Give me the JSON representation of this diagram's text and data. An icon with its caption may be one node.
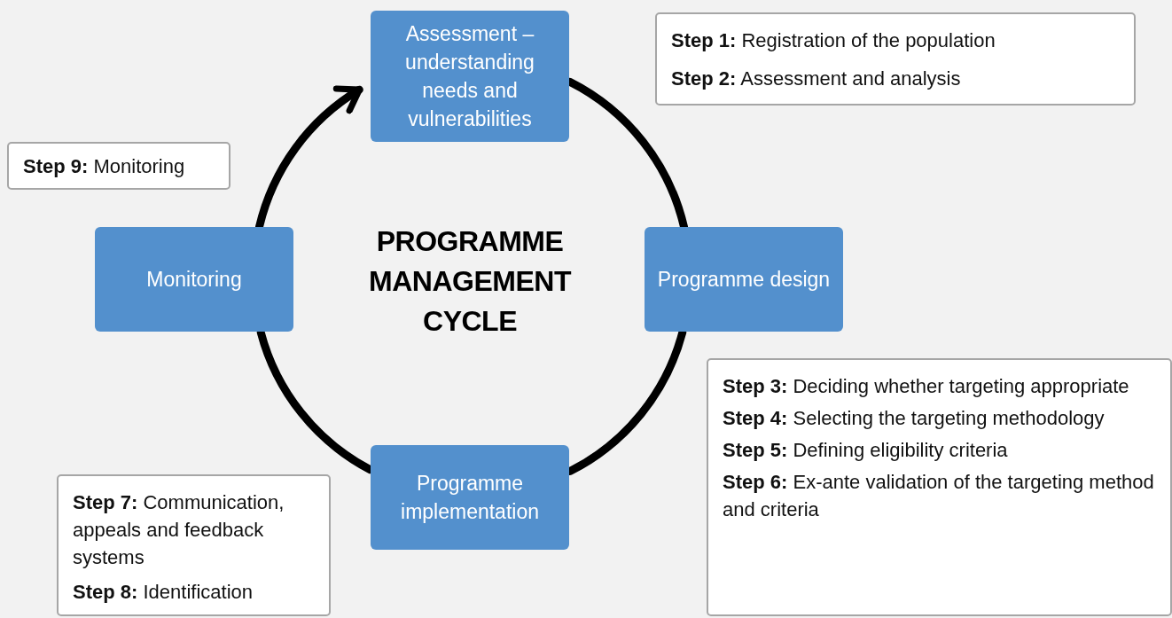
{
  "diagram": {
    "title": "PROGRAMME MANAGEMENT CYCLE",
    "nodes": [
      {
        "text": [
          "Assessment – understanding needs and vulnerabilities"
        ]
      },
      {
        "text": [
          "**Step 1:** Registration of the population",
          "**Step 2:** Assessment and analysis"
        ]
      },
      {
        "text": [
          "**Step 9:** Monitoring"
        ]
      },
      {
        "text": [
          "Monitoring"
        ]
      },
      {
        "text": [
          "Programme design"
        ]
      },
      {
        "text": [
          "**Step 3:** Deciding whether targeting appropriate",
          "**Step 4:** Selecting the targeting methodology",
          "**Step 5:** Defining eligibility criteria",
          "**Step 6:** Ex-ante validation of the targeting method and criteria"
        ]
      },
      {
        "text": [
          "Programme implementation"
        ]
      },
      {
        "text": [
          "**Step 7:** Communication, appeals and feedback systems",
          "**Step 8:** Identification"
        ]
      }
    ],
    "edges": [
      {
        "from": 0,
        "to": 4,
        "arrow": "none"
      },
      {
        "from": 4,
        "to": 6,
        "arrow": "none"
      },
      {
        "from": 6,
        "to": 3,
        "arrow": "none"
      },
      {
        "from": 3,
        "to": 0,
        "arrow": "to"
      }
    ]
  }
}
